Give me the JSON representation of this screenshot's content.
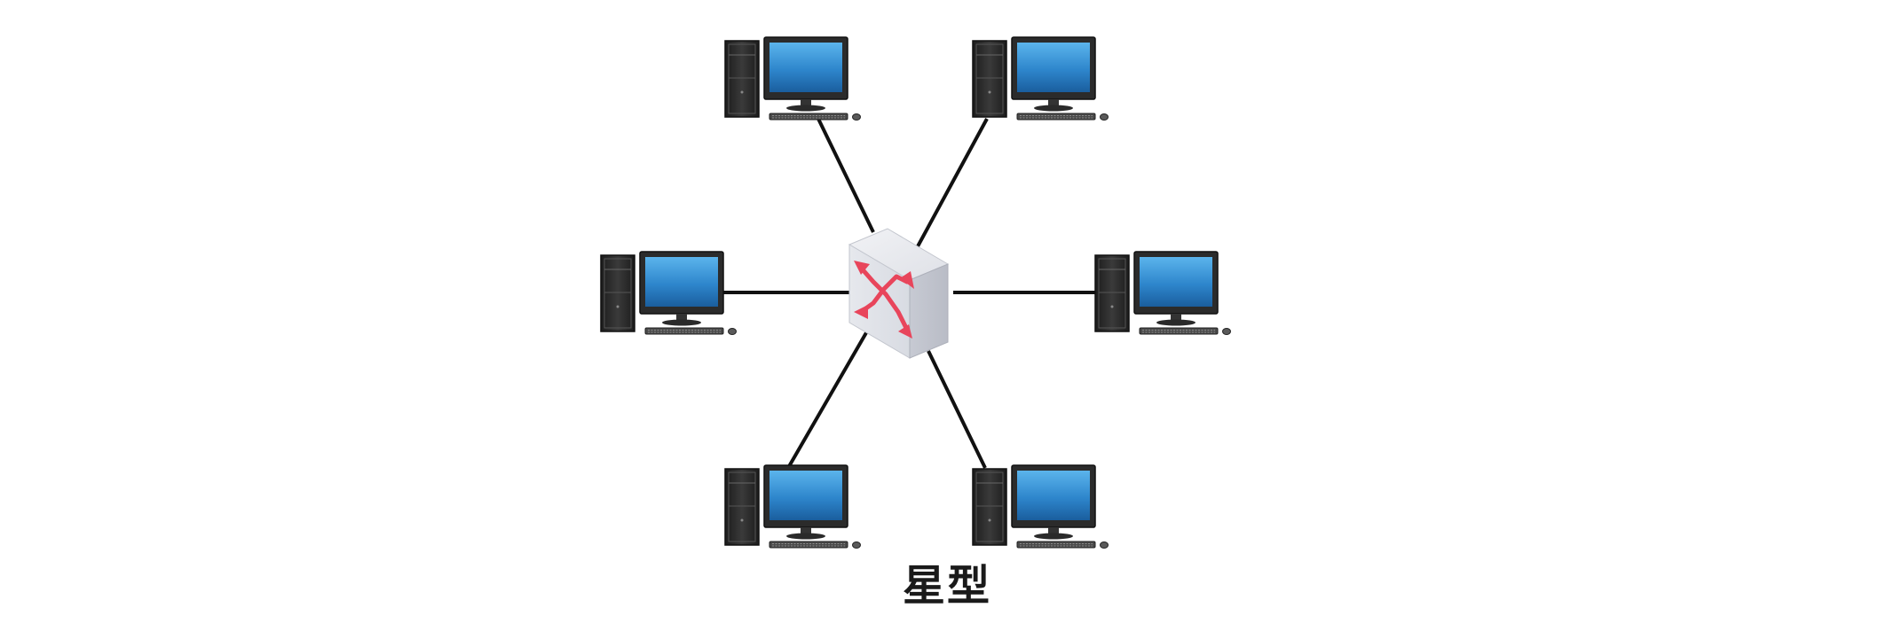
{
  "diagram": {
    "type": "star-topology",
    "caption": "星型",
    "hub": {
      "kind": "switch",
      "icon": "switch-icon",
      "arrow_color": "#e8455b"
    },
    "nodes": [
      {
        "id": "computer-top-left",
        "icon": "desktop-computer-icon"
      },
      {
        "id": "computer-top-right",
        "icon": "desktop-computer-icon"
      },
      {
        "id": "computer-middle-left",
        "icon": "desktop-computer-icon"
      },
      {
        "id": "computer-middle-right",
        "icon": "desktop-computer-icon"
      },
      {
        "id": "computer-bottom-left",
        "icon": "desktop-computer-icon"
      },
      {
        "id": "computer-bottom-right",
        "icon": "desktop-computer-icon"
      }
    ],
    "colors": {
      "screen": "#1f6fb8",
      "screen_light": "#4aa3e0",
      "bezel": "#2b2b2b",
      "link": "#111111",
      "switch_body": "#e2e4ea"
    }
  }
}
